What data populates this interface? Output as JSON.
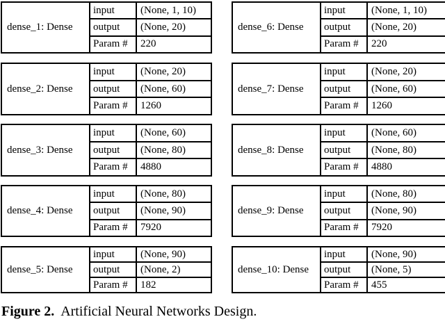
{
  "caption": {
    "label": "Figure 2.",
    "text": "Artificial Neural Networks Design."
  },
  "labels": [
    "input",
    "output",
    "Param #"
  ],
  "layers": [
    {
      "name": "dense_1: Dense",
      "input": "(None, 1, 10)",
      "output": "(None, 20)",
      "param": "220"
    },
    {
      "name": "dense_2: Dense",
      "input": "(None, 20)",
      "output": "(None, 60)",
      "param": "1260"
    },
    {
      "name": "dense_3: Dense",
      "input": "(None, 60)",
      "output": "(None, 80)",
      "param": "4880"
    },
    {
      "name": "dense_4: Dense",
      "input": "(None, 80)",
      "output": "(None, 90)",
      "param": "7920"
    },
    {
      "name": "dense_5: Dense",
      "input": "(None, 90)",
      "output": "(None, 2)",
      "param": "182"
    },
    {
      "name": "dense_6: Dense",
      "input": "(None, 1, 10)",
      "output": "(None, 20)",
      "param": "220"
    },
    {
      "name": "dense_7: Dense",
      "input": "(None, 20)",
      "output": "(None, 60)",
      "param": "1260"
    },
    {
      "name": "dense_8: Dense",
      "input": "(None, 60)",
      "output": "(None, 80)",
      "param": "4880"
    },
    {
      "name": "dense_9: Dense",
      "input": "(None, 80)",
      "output": "(None, 90)",
      "param": "7920"
    },
    {
      "name": "dense_10: Dense",
      "input": "(None, 90)",
      "output": "(None, 5)",
      "param": "455"
    }
  ]
}
